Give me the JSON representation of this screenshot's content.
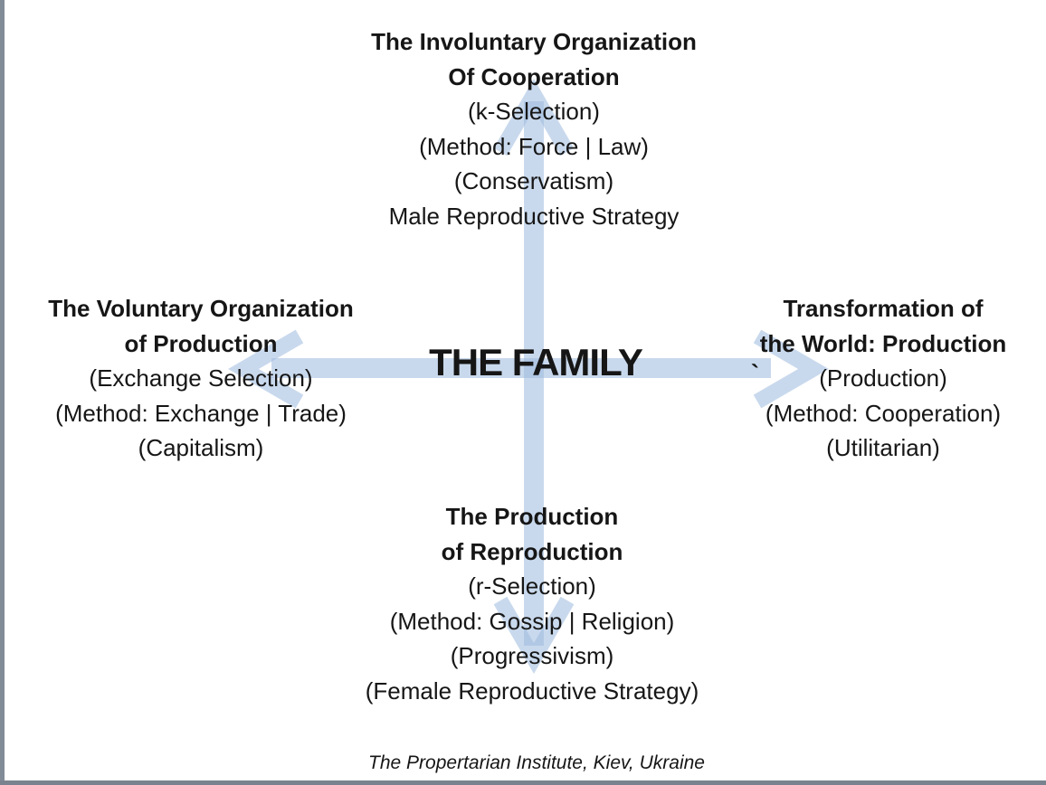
{
  "slide": {
    "center_title": "THE FAMILY",
    "stray_mark": "`",
    "quadrants": {
      "top": {
        "title_lines": [
          "The Involuntary Organization",
          "Of Cooperation"
        ],
        "detail_lines": [
          "(k-Selection)",
          "(Method: Force | Law)",
          "(Conservatism)",
          "Male Reproductive Strategy"
        ]
      },
      "left": {
        "title_lines": [
          "The Voluntary Organization",
          "of Production"
        ],
        "detail_lines": [
          "(Exchange Selection)",
          "(Method: Exchange | Trade)",
          "(Capitalism)"
        ]
      },
      "right": {
        "title_lines": [
          "Transformation of",
          "the World: Production"
        ],
        "detail_lines": [
          "(Production)",
          "(Method: Cooperation)",
          "(Utilitarian)"
        ]
      },
      "bottom": {
        "title_lines": [
          "The Production",
          "of Reproduction"
        ],
        "detail_lines": [
          "(r-Selection)",
          "(Method: Gossip | Religion)",
          "(Progressivism)",
          "(Female Reproductive Strategy)"
        ]
      }
    },
    "footer_credit": "The Propertarian Institute, Kiev, Ukraine",
    "colors": {
      "arrow_fill": "#c9d9ed",
      "frame_gray": "#7f8994",
      "text": "#161616",
      "background": "#ffffff"
    }
  }
}
